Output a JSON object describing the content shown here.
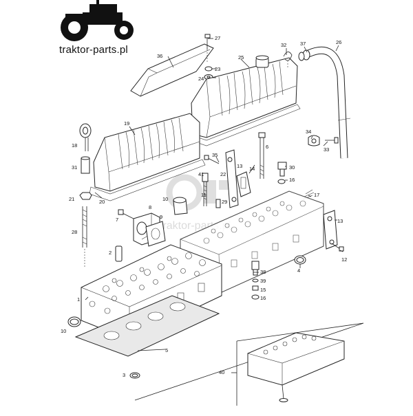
{
  "logo": {
    "text": "traktor-parts.pl",
    "icon": "tractor-icon"
  },
  "watermark": {
    "text": "traktor-parts.pl"
  },
  "callouts": [
    {
      "id": "c27",
      "label": "27"
    },
    {
      "id": "c36",
      "label": "36"
    },
    {
      "id": "c23",
      "label": "23"
    },
    {
      "id": "c24",
      "label": "24"
    },
    {
      "id": "c25",
      "label": "25"
    },
    {
      "id": "c32",
      "label": "32"
    },
    {
      "id": "c37",
      "label": "37"
    },
    {
      "id": "c26",
      "label": "26"
    },
    {
      "id": "c19",
      "label": "19"
    },
    {
      "id": "c18",
      "label": "18"
    },
    {
      "id": "c31",
      "label": "31"
    },
    {
      "id": "c20",
      "label": "20"
    },
    {
      "id": "c21",
      "label": "21"
    },
    {
      "id": "c28",
      "label": "28"
    },
    {
      "id": "c34",
      "label": "34"
    },
    {
      "id": "c33",
      "label": "33"
    },
    {
      "id": "c6",
      "label": "6"
    },
    {
      "id": "c35",
      "label": "35"
    },
    {
      "id": "c13a",
      "label": "13"
    },
    {
      "id": "c22",
      "label": "22"
    },
    {
      "id": "c14",
      "label": "14"
    },
    {
      "id": "c30",
      "label": "30"
    },
    {
      "id": "c16a",
      "label": "16"
    },
    {
      "id": "c41",
      "label": "41"
    },
    {
      "id": "c10a",
      "label": "10"
    },
    {
      "id": "c11",
      "label": "11"
    },
    {
      "id": "c29",
      "label": "29"
    },
    {
      "id": "c17",
      "label": "17"
    },
    {
      "id": "c8",
      "label": "8"
    },
    {
      "id": "c7",
      "label": "7"
    },
    {
      "id": "c9",
      "label": "9"
    },
    {
      "id": "c13b",
      "label": "13"
    },
    {
      "id": "c2",
      "label": "2"
    },
    {
      "id": "c12",
      "label": "12"
    },
    {
      "id": "c4",
      "label": "4"
    },
    {
      "id": "c38",
      "label": "38"
    },
    {
      "id": "c39",
      "label": "39"
    },
    {
      "id": "c15",
      "label": "15"
    },
    {
      "id": "c16b",
      "label": "16"
    },
    {
      "id": "c1",
      "label": "1"
    },
    {
      "id": "c10b",
      "label": "10"
    },
    {
      "id": "c5",
      "label": "5"
    },
    {
      "id": "c3",
      "label": "3"
    },
    {
      "id": "c40",
      "label": "40"
    }
  ]
}
